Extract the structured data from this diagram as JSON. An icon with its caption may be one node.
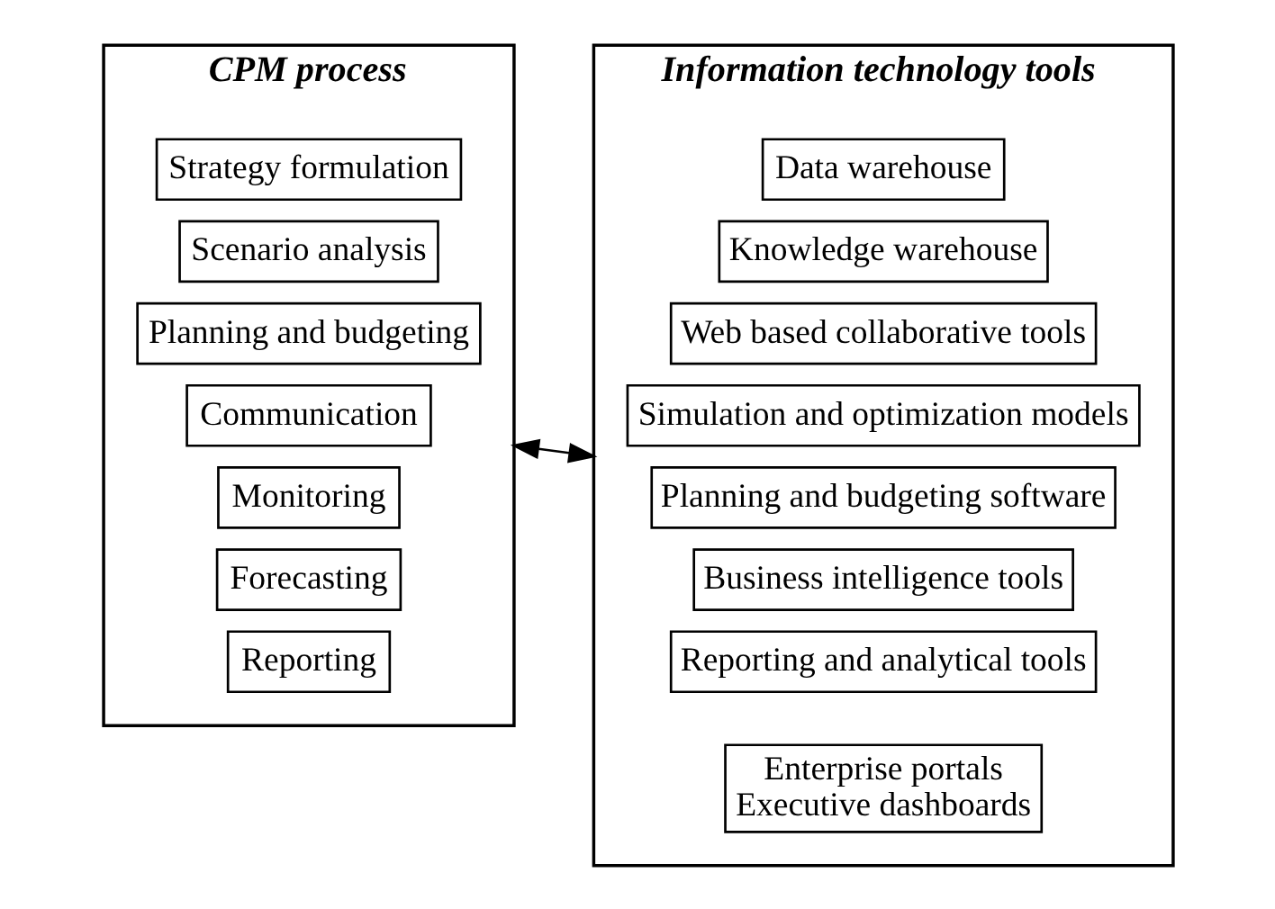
{
  "diagram": {
    "nodes": [
      {
        "text": [
          "CPM process"
        ]
      },
      {
        "text": [
          "Strategy formulation"
        ],
        "in": 0
      },
      {
        "text": [
          "Scenario analysis"
        ],
        "in": 0
      },
      {
        "text": [
          "Planning and budgeting"
        ],
        "in": 0
      },
      {
        "text": [
          "Communication"
        ],
        "in": 0
      },
      {
        "text": [
          "Monitoring"
        ],
        "in": 0
      },
      {
        "text": [
          "Forecasting"
        ],
        "in": 0
      },
      {
        "text": [
          "Reporting"
        ],
        "in": 0
      },
      {
        "text": [
          "Information technology tools"
        ]
      },
      {
        "text": [
          "Data warehouse"
        ],
        "in": 8
      },
      {
        "text": [
          "Knowledge warehouse"
        ],
        "in": 8
      },
      {
        "text": [
          "Web based collaborative tools"
        ],
        "in": 8
      },
      {
        "text": [
          "Simulation and optimization models"
        ],
        "in": 8
      },
      {
        "text": [
          "Planning and budgeting software"
        ],
        "in": 8
      },
      {
        "text": [
          "Business intelligence tools"
        ],
        "in": 8
      },
      {
        "text": [
          "Reporting and analytical tools"
        ],
        "in": 8
      },
      {
        "text": [
          "Enterprise portals",
          "Executive dashboards"
        ],
        "in": 8
      }
    ],
    "edges": [
      {
        "from": 0,
        "to": 8,
        "arrow": "both"
      }
    ]
  }
}
